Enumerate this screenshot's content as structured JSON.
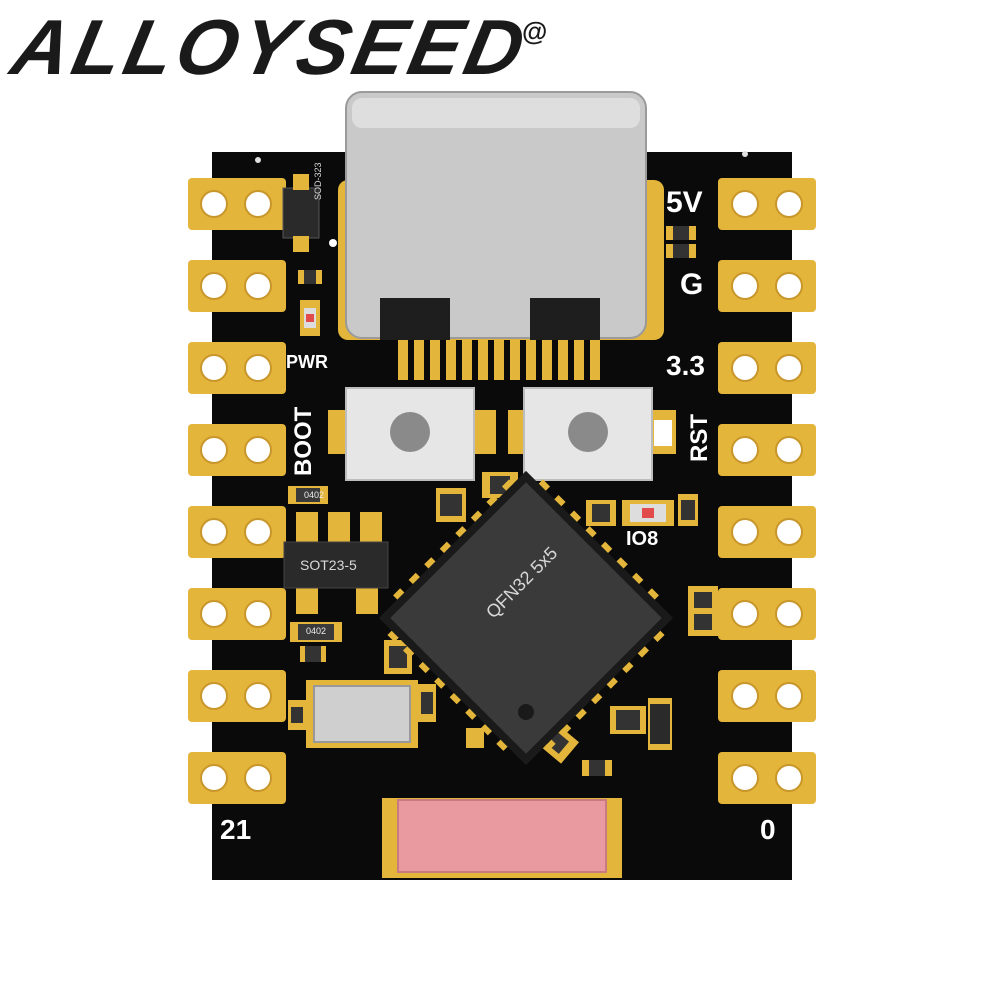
{
  "brand": {
    "name": "ALLOYSEED",
    "mark": "@"
  },
  "labels": {
    "pin_5v": "5V",
    "pin_g": "G",
    "pin_33": "3.3",
    "pwr": "PWR",
    "boot": "BOOT",
    "rst": "RST",
    "io8": "IO8",
    "pin_21": "21",
    "pin_0": "0"
  },
  "chips": {
    "diode": "SOD-323",
    "regulator": "SOT23-5",
    "mcu": "QFN32 5x5",
    "cap_a": "0402",
    "cap_b": "0402"
  },
  "colors": {
    "pcb": "#0a0a0a",
    "gold": "#e3b53a",
    "connector": "#c9c9c9",
    "antenna": "#e89aa0",
    "chip": "#2a2a2a"
  }
}
